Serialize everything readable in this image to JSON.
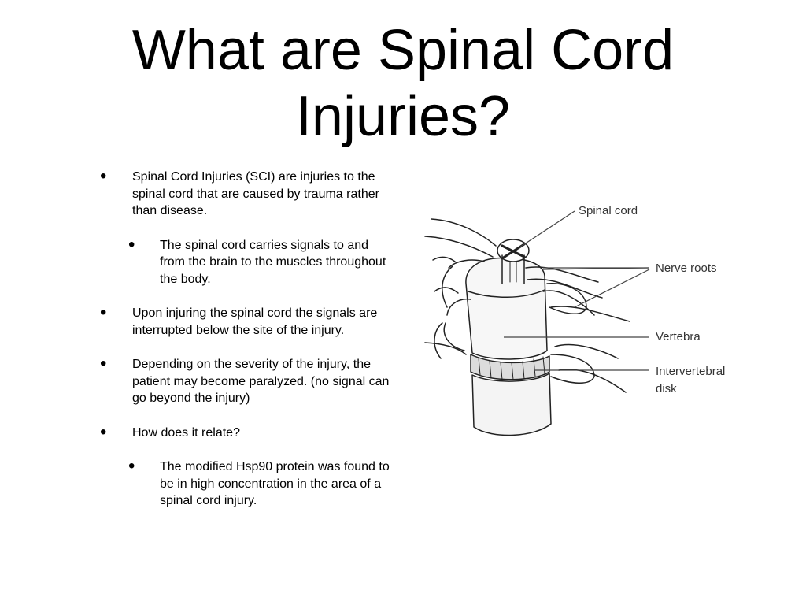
{
  "slide": {
    "title": "What are Spinal Cord Injuries?",
    "bullets": [
      {
        "level": 1,
        "text": "Spinal Cord Injuries (SCI) are injuries to the spinal cord that are caused by trauma rather than disease."
      },
      {
        "level": 2,
        "text": "The spinal cord carries signals to and from the brain to the muscles throughout the body."
      },
      {
        "level": 1,
        "text": "Upon injuring the spinal cord the signals are interrupted below the site of the injury."
      },
      {
        "level": 1,
        "text": "Depending on the severity of the injury, the patient may become paralyzed. (no signal can go beyond the injury)"
      },
      {
        "level": 1,
        "text": "How does it relate?"
      },
      {
        "level": 2,
        "text": "The modified Hsp90 protein was found to be in high concentration in the area of a spinal cord injury."
      }
    ],
    "bullet_glyph": "•"
  },
  "figure": {
    "labels": {
      "spinal_cord": "Spinal cord",
      "nerve_roots": "Nerve roots",
      "vertebra": "Vertebra",
      "intervertebral_1": "Intervertebral",
      "intervertebral_2": "disk"
    }
  }
}
